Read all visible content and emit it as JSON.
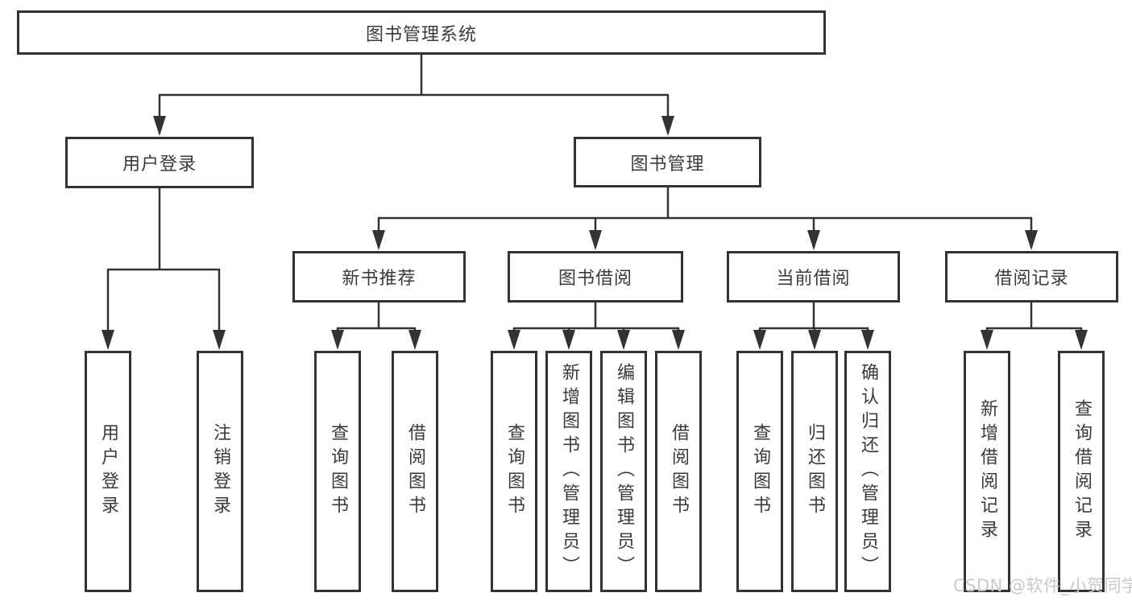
{
  "root": {
    "label": "图书管理系统"
  },
  "level2": [
    {
      "label": "用户登录",
      "leaves": [
        {
          "label": "用户登录"
        },
        {
          "label": "注销登录"
        }
      ]
    },
    {
      "label": "图书管理",
      "groups": [
        {
          "label": "新书推荐",
          "leaves": [
            {
              "label": "查询图书"
            },
            {
              "label": "借阅图书"
            }
          ]
        },
        {
          "label": "图书借阅",
          "leaves": [
            {
              "label": "查询图书"
            },
            {
              "label": "新增图书（管理员）"
            },
            {
              "label": "编辑图书（管理员）"
            },
            {
              "label": "借阅图书"
            }
          ]
        },
        {
          "label": "当前借阅",
          "leaves": [
            {
              "label": "查询图书"
            },
            {
              "label": "归还图书"
            },
            {
              "label": "确认归还（管理员）"
            }
          ]
        },
        {
          "label": "借阅记录",
          "leaves": [
            {
              "label": "新增借阅记录"
            },
            {
              "label": "查询借阅记录"
            }
          ]
        }
      ]
    }
  ],
  "watermark": {
    "text": "CSDN @软件_小贺同学"
  },
  "colors": {
    "line": "#333333",
    "text": "#3a3a3a",
    "watermark": "#c9c9c9",
    "background": "#ffffff"
  }
}
